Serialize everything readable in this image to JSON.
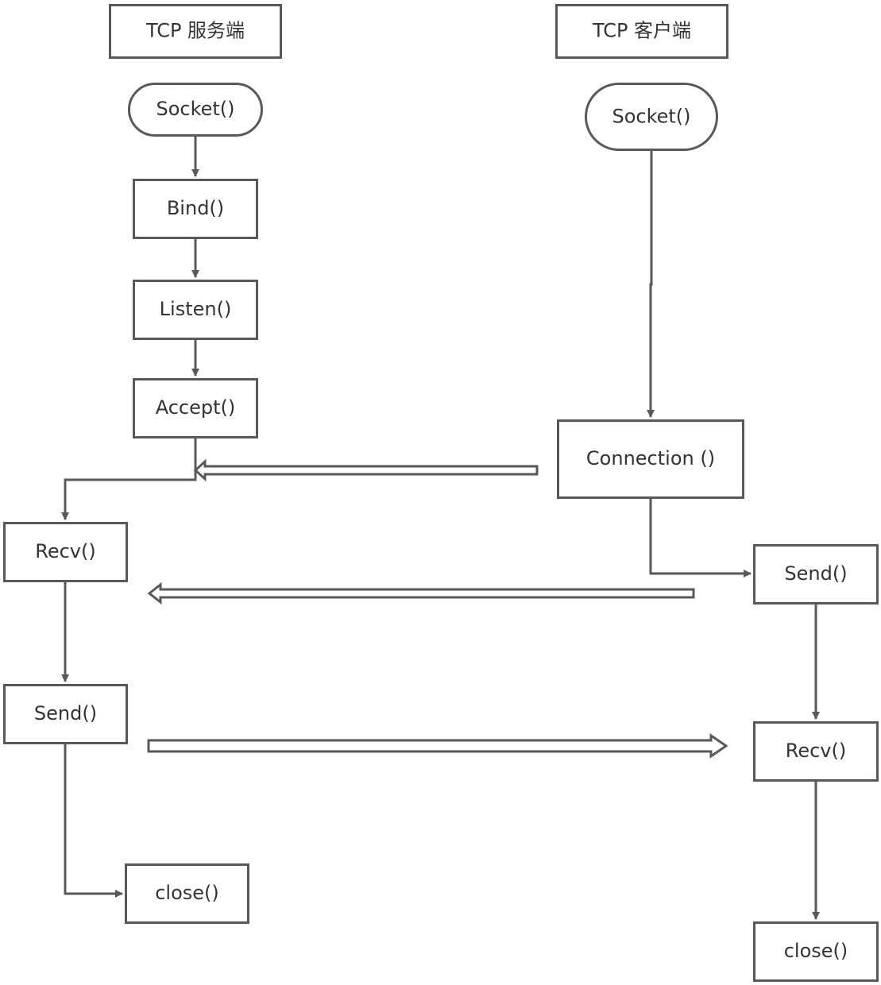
{
  "headers": {
    "server": "TCP 服务端",
    "client": "TCP 客户端"
  },
  "server": {
    "socket": "Socket()",
    "bind": "Bind()",
    "listen": "Listen()",
    "accept": "Accept()",
    "recv": "Recv()",
    "send": "Send()",
    "close": "close()"
  },
  "client": {
    "socket": "Socket()",
    "connection": "Connection ()",
    "send": "Send()",
    "recv": "Recv()",
    "close": "close()"
  },
  "colors": {
    "stroke": "#595959",
    "text": "#333333",
    "background": "#ffffff"
  }
}
